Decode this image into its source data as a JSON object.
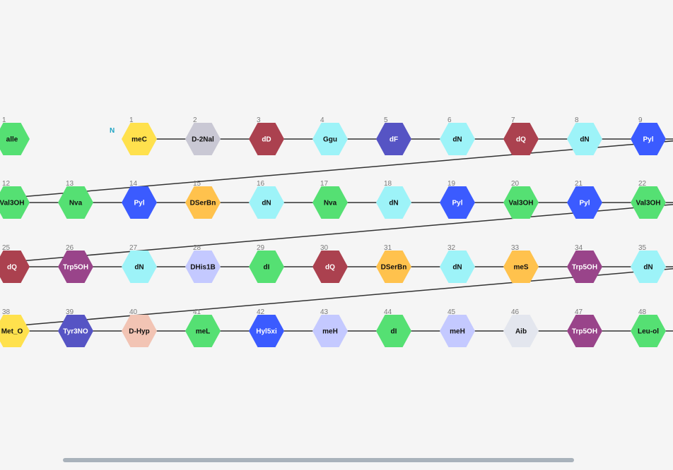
{
  "n_terminus": "N",
  "colors": {
    "dark_text_bg": [
      "#ffe14d",
      "#c9c8d4",
      "#9df3f8",
      "#ffc24d",
      "#c4c9ff",
      "#e3e6ee",
      "#f2c4b4",
      "#55e073"
    ],
    "light_text_bg": [
      "#ab414f",
      "#5654c4",
      "#3b5bff",
      "#99448a"
    ]
  },
  "chains": [
    {
      "residues": [
        {
          "n": "1",
          "label": "alle",
          "color": "#55e073"
        }
      ]
    },
    {
      "residues": [
        {
          "n": "1",
          "label": "meC",
          "color": "#ffe14d"
        },
        {
          "n": "2",
          "label": "D-2Nal",
          "color": "#c9c8d4"
        },
        {
          "n": "3",
          "label": "dD",
          "color": "#ab414f"
        },
        {
          "n": "4",
          "label": "Ggu",
          "color": "#9df3f8"
        },
        {
          "n": "5",
          "label": "dF",
          "color": "#5654c4"
        },
        {
          "n": "6",
          "label": "dN",
          "color": "#9df3f8"
        },
        {
          "n": "7",
          "label": "dQ",
          "color": "#ab414f"
        },
        {
          "n": "8",
          "label": "dN",
          "color": "#9df3f8"
        },
        {
          "n": "9",
          "label": "Pyl",
          "color": "#3b5bff"
        },
        {
          "n": "12",
          "label": "Val3OH",
          "color": "#55e073"
        },
        {
          "n": "13",
          "label": "Nva",
          "color": "#55e073"
        },
        {
          "n": "14",
          "label": "Pyl",
          "color": "#3b5bff"
        },
        {
          "n": "15",
          "label": "DSerBn",
          "color": "#ffc24d"
        },
        {
          "n": "16",
          "label": "dN",
          "color": "#9df3f8"
        },
        {
          "n": "17",
          "label": "Nva",
          "color": "#55e073"
        },
        {
          "n": "18",
          "label": "dN",
          "color": "#9df3f8"
        },
        {
          "n": "19",
          "label": "Pyl",
          "color": "#3b5bff"
        },
        {
          "n": "20",
          "label": "Val3OH",
          "color": "#55e073"
        },
        {
          "n": "21",
          "label": "Pyl",
          "color": "#3b5bff"
        },
        {
          "n": "22",
          "label": "Val3OH",
          "color": "#55e073"
        },
        {
          "n": "25",
          "label": "dQ",
          "color": "#ab414f"
        },
        {
          "n": "26",
          "label": "Trp5OH",
          "color": "#99448a"
        },
        {
          "n": "27",
          "label": "dN",
          "color": "#9df3f8"
        },
        {
          "n": "28",
          "label": "DHis1B",
          "color": "#c4c9ff"
        },
        {
          "n": "29",
          "label": "dI",
          "color": "#55e073"
        },
        {
          "n": "30",
          "label": "dQ",
          "color": "#ab414f"
        },
        {
          "n": "31",
          "label": "DSerBn",
          "color": "#ffc24d"
        },
        {
          "n": "32",
          "label": "dN",
          "color": "#9df3f8"
        },
        {
          "n": "33",
          "label": "meS",
          "color": "#ffc24d"
        },
        {
          "n": "34",
          "label": "Trp5OH",
          "color": "#99448a"
        },
        {
          "n": "35",
          "label": "dN",
          "color": "#9df3f8"
        },
        {
          "n": "38",
          "label": "Met_O",
          "color": "#ffe14d"
        },
        {
          "n": "39",
          "label": "Tyr3NO",
          "color": "#5654c4"
        },
        {
          "n": "40",
          "label": "D-Hyp",
          "color": "#f2c4b4"
        },
        {
          "n": "41",
          "label": "meL",
          "color": "#55e073"
        },
        {
          "n": "42",
          "label": "Hyl5xi",
          "color": "#3b5bff"
        },
        {
          "n": "43",
          "label": "meH",
          "color": "#c4c9ff"
        },
        {
          "n": "44",
          "label": "dI",
          "color": "#55e073"
        },
        {
          "n": "45",
          "label": "meH",
          "color": "#c4c9ff"
        },
        {
          "n": "46",
          "label": "Aib",
          "color": "#e3e6ee"
        },
        {
          "n": "47",
          "label": "Trp5OH",
          "color": "#99448a"
        },
        {
          "n": "48",
          "label": "Leu-ol",
          "color": "#55e073"
        }
      ]
    }
  ]
}
